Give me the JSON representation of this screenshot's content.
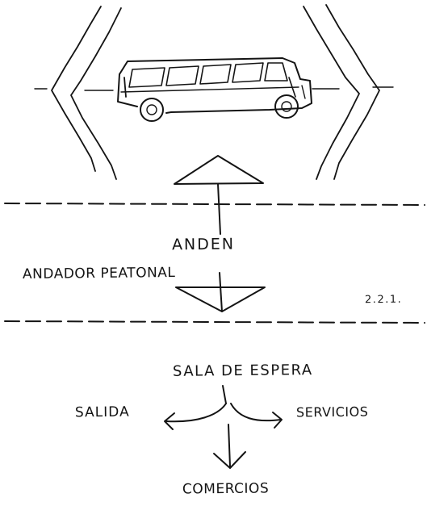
{
  "labels": {
    "anden": "ANDEN",
    "andador_peatonal": "ANDADOR PEATONAL",
    "section_number": "2.2.1.",
    "sala_de_espera": "SALA DE ESPERA",
    "salida": "SALIDA",
    "servicios": "SERVICIOS",
    "comercios": "COMERCIOS"
  },
  "colors": {
    "ink": "#141414",
    "paper": "#ffffff"
  }
}
